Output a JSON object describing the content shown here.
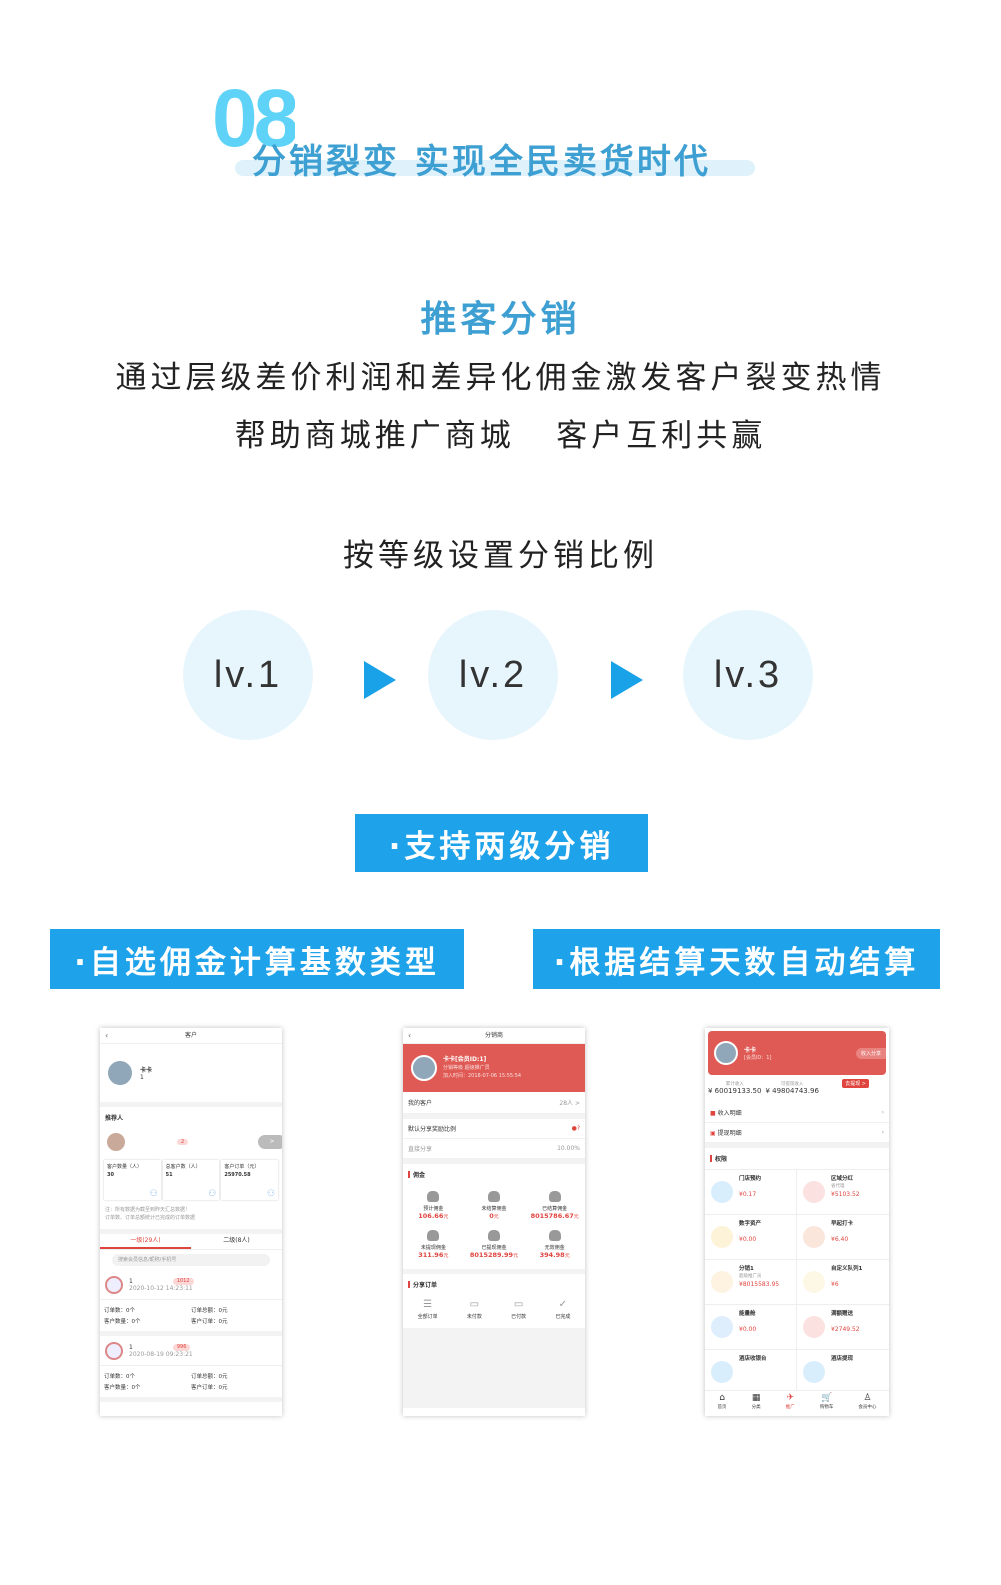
{
  "header": {
    "number": "08",
    "title": "分销裂变 实现全民卖货时代"
  },
  "section": {
    "title": "推客分销",
    "desc_line1": "通过层级差价利润和差异化佣金激发客户裂变热情",
    "desc_line2": "帮助商城推广商城   客户互利共赢",
    "levels_title": "按等级设置分销比例",
    "levels": [
      "lv.1",
      "lv.2",
      "lv.3"
    ]
  },
  "banners": {
    "two_level": "·支持两级分销",
    "commission_base": "·自选佣金计算基数类型",
    "auto_settle": "·根据结算天数自动结算"
  },
  "colors": {
    "accent": "#1ea2ea",
    "title_blue": "#3ea0d2",
    "red": "#e0443e",
    "circle_bg": "#e7f6fd"
  },
  "phone1": {
    "title": "客户",
    "name": "卡卡",
    "id": "1",
    "referrer_label": "推荐人",
    "referrer_badge": "2",
    "referrer_btn": ">",
    "stats": [
      {
        "label": "客户数量（人）",
        "value": "30"
      },
      {
        "label": "总客户数（人）",
        "value": "51"
      },
      {
        "label": "客户订单（元）",
        "value": "25970.58"
      }
    ],
    "note1": "注：所有数据为截至到昨天汇总数据！",
    "note2": "订单数、订单总额统计已完成的订单数据",
    "tabs": [
      "一级(29人)",
      "二级(8人)"
    ],
    "search_placeholder": "搜索会员信息/昵称/手机号",
    "members": [
      {
        "name": "1",
        "badge": "1012",
        "time": "2020-10-12 14:23:11",
        "orders": "订单数：0个",
        "total": "订单总额：0元",
        "customers": "客户数量：0个",
        "cust_orders": "客户订单：0元"
      },
      {
        "name": "1",
        "badge": "996",
        "time": "2020-08-19 09:23:21",
        "orders": "订单数：0个",
        "total": "订单总额：0元",
        "customers": "客户数量：0个",
        "cust_orders": "客户订单：0元"
      }
    ]
  },
  "phone2": {
    "title": "分销商",
    "name": "卡卡[会员ID:1]",
    "level": "分销等级 超级推广员",
    "join": "加入时间：2018-07-06 15:55:54",
    "my_customers": "我的客户",
    "my_customers_value": "28人 >",
    "share_ratio": "默认分享奖励比例",
    "direct_share": "直接分享",
    "direct_share_value": "10.00%",
    "commission_label": "佣金",
    "commissions": [
      {
        "label": "预计佣金",
        "value": "106.66",
        "unit": "元"
      },
      {
        "label": "未结算佣金",
        "value": "0",
        "unit": "元"
      },
      {
        "label": "已结算佣金",
        "value": "8015786.67",
        "unit": "元"
      },
      {
        "label": "未提现佣金",
        "value": "311.96",
        "unit": "元"
      },
      {
        "label": "已提现佣金",
        "value": "8015289.99",
        "unit": "元"
      },
      {
        "label": "无效佣金",
        "value": "394.98",
        "unit": "元"
      }
    ],
    "orders_label": "分享订单",
    "orders": [
      {
        "label": "全部订单",
        "icon": "list-icon"
      },
      {
        "label": "未付款",
        "icon": "wallet-icon"
      },
      {
        "label": "已付款",
        "icon": "wallet-icon"
      },
      {
        "label": "已完成",
        "icon": "check-circle-icon"
      }
    ]
  },
  "phone3": {
    "name": "卡卡",
    "member_id": "[会员ID：1]",
    "share_btn": "收入分享",
    "total_income_label": "累计收入",
    "total_income": "¥ 60019133.50",
    "withdrawable_label": "可提现收入",
    "withdrawable": "¥ 49804743.96",
    "withdraw_btn": "去提现 >",
    "income_detail": "收入明细",
    "withdraw_detail": "提现明细",
    "perm_label": "权限",
    "perms": [
      {
        "name": "门店预约",
        "sub": "",
        "value": "¥0.17",
        "color": "#d9eefc"
      },
      {
        "name": "区域分红",
        "sub": "省代理",
        "value": "¥5103.52",
        "color": "#fbe1df"
      },
      {
        "name": "数字资产",
        "sub": "",
        "value": "¥0.00",
        "color": "#fdf3d9"
      },
      {
        "name": "早起打卡",
        "sub": "",
        "value": "¥6.40",
        "color": "#fbe6dc"
      },
      {
        "name": "分销1",
        "sub": "超级推广员",
        "value": "¥8015583.95",
        "color": "#fdf3e0"
      },
      {
        "name": "自定义队列1",
        "sub": "",
        "value": "¥6",
        "color": "#fdf7e6"
      },
      {
        "name": "能量舱",
        "sub": "",
        "value": "¥0.00",
        "color": "#dfeefd"
      },
      {
        "name": "满额赠送",
        "sub": "",
        "value": "¥2749.52",
        "color": "#fbe1df"
      },
      {
        "name": "酒店收银台",
        "sub": "",
        "value": "",
        "color": "#d9eefc"
      },
      {
        "name": "酒店提现",
        "sub": "",
        "value": "",
        "color": "#d9eefc"
      }
    ],
    "nav": [
      {
        "label": "首页",
        "icon": "home-icon",
        "glyph": "⌂"
      },
      {
        "label": "分类",
        "icon": "grid-icon",
        "glyph": "▦"
      },
      {
        "label": "推广",
        "icon": "paper-plane-icon",
        "glyph": "✈"
      },
      {
        "label": "购物车",
        "icon": "cart-icon",
        "glyph": "🛒"
      },
      {
        "label": "会员中心",
        "icon": "user-icon",
        "glyph": "♙"
      }
    ]
  }
}
